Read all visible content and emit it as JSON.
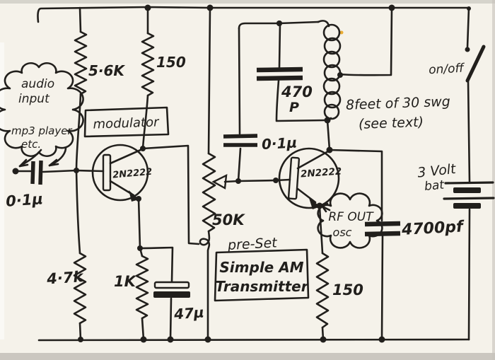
{
  "title": "Simple AM Transmitter hand-drawn schematic",
  "colors": {
    "ink": "#211f1c",
    "paper": "#f5f2ea"
  },
  "labels": {
    "audio1": "audio",
    "audio2": "input",
    "audio3": "mp3 player",
    "audio4": "etc.",
    "cap_in": "0·1µ",
    "r_56k": "5·6K",
    "r_150m": "150",
    "modulator": "modulator",
    "q1": "2N2222",
    "r_47k": "4·7k",
    "r_1k": "1K",
    "cap_47u": "47µ",
    "pot_50k": "50K",
    "pot_preset": "pre-Set",
    "cap_01u": "0·1µ",
    "cap_470": "470",
    "cap_470_unit": "P",
    "coil1": "8feet of 30 swg",
    "coil2": "(see text)",
    "q2": "2N2222",
    "rf1": "RF OUT",
    "rf2": "osc",
    "box1": "Simple AM",
    "box2": "Transmitter",
    "cap_4700": "4700pf",
    "r_150o": "150",
    "sw": "on/off",
    "bat1": "3 Volt",
    "bat2": "bat"
  }
}
